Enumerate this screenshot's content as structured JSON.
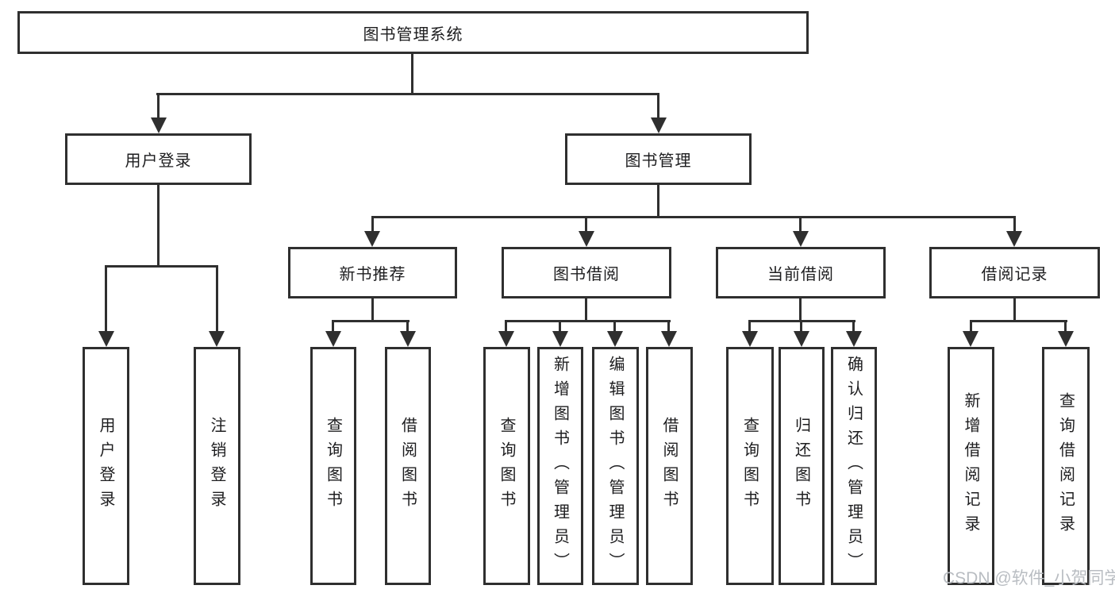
{
  "diagram": {
    "type": "feature-tree",
    "root": {
      "label": "图书管理系统"
    },
    "branches": [
      {
        "label": "用户登录",
        "children": [
          "用户登录",
          "注销登录"
        ]
      },
      {
        "label": "图书管理",
        "sub": [
          {
            "label": "新书推荐",
            "children": [
              "查询图书",
              "借阅图书"
            ]
          },
          {
            "label": "图书借阅",
            "children": [
              "查询图书",
              "新增图书（管理员）",
              "编辑图书（管理员）",
              "借阅图书"
            ]
          },
          {
            "label": "当前借阅",
            "children": [
              "查询图书",
              "归还图书",
              "确认归还（管理员）"
            ]
          },
          {
            "label": "借阅记录",
            "children": [
              "新增借阅记录",
              "查询借阅记录"
            ]
          }
        ]
      }
    ],
    "watermark": "CSDN @软件_小贺同学",
    "colors": {
      "line": "#2f2f2f",
      "text": "#1d1d1f",
      "box_background": "#ffffff",
      "watermark": "#b9bdc2",
      "background": "#ffffff"
    }
  }
}
